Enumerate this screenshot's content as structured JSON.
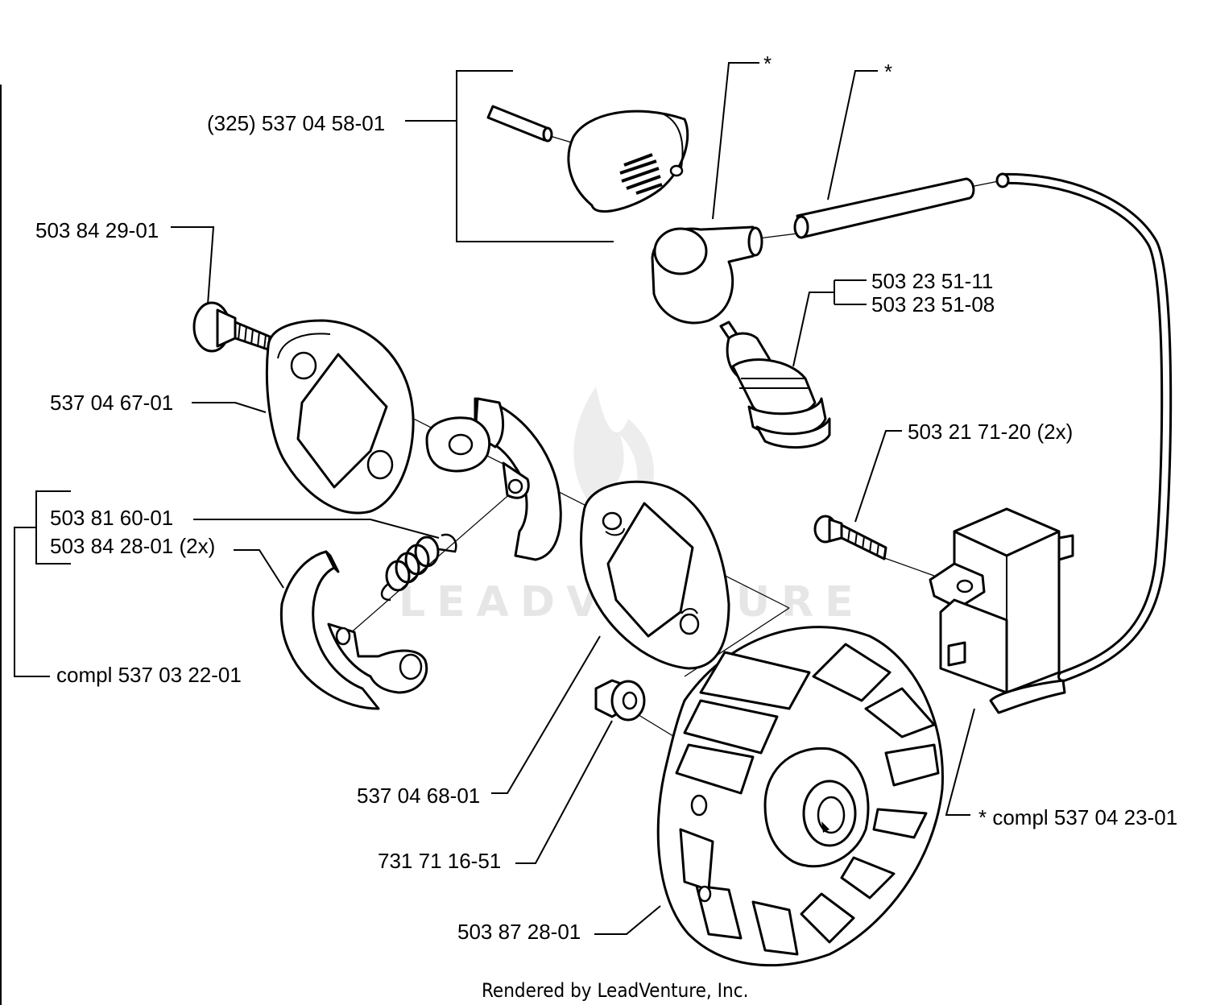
{
  "labels": {
    "cap_kit": "(325) 537 04 58-01",
    "star_boot": "*",
    "star_lead": "*",
    "spark_plug_a": "503 23 51-11",
    "spark_plug_b": "503 23 51-08",
    "screw_top": "503 84 29-01",
    "plate": "537 04 67-01",
    "spring": "503 81 60-01",
    "shoe_screw": "503 84 28-01 (2x)",
    "clutch_complete": "compl 537 03 22-01",
    "coil_screw": "503 21 71-20 (2x)",
    "washer_plate": "537 04 68-01",
    "nut": "731 71 16-51",
    "flywheel": "503 87 28-01",
    "ignition_complete": "* compl 537 04 23-01"
  },
  "footer": {
    "rendered_by": "Rendered by LeadVenture, Inc."
  },
  "watermark": {
    "text": "LEADVENTURE"
  },
  "colors": {
    "ink": "#000000",
    "paper": "#ffffff",
    "watermark": "#e6e6e6"
  }
}
